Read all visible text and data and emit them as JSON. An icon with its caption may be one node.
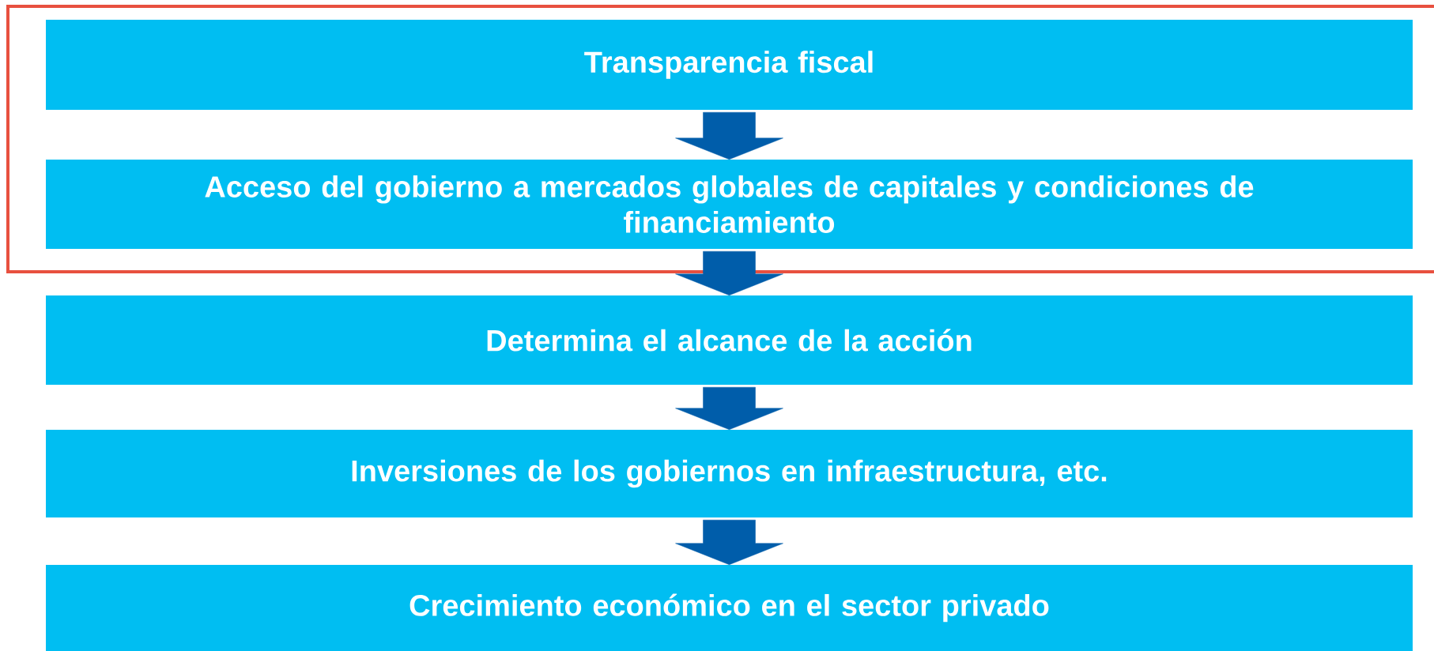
{
  "diagram": {
    "nodes": [
      {
        "text": [
          "Transparencia fiscal"
        ]
      },
      {
        "text": [
          "Acceso del gobierno a mercados globales de capitales y condiciones de financiamiento"
        ]
      },
      {
        "text": [
          "Determina el alcance de la acción"
        ]
      },
      {
        "text": [
          "Inversiones de los gobiernos en infraestructura, etc."
        ]
      },
      {
        "text": [
          "Crecimiento económico en el sector privado"
        ]
      }
    ],
    "edges": [
      {
        "from": 0,
        "to": 1,
        "arrow": "to"
      },
      {
        "from": 1,
        "to": 2,
        "arrow": "to"
      },
      {
        "from": 2,
        "to": 3,
        "arrow": "to"
      },
      {
        "from": 3,
        "to": 4,
        "arrow": "to"
      }
    ]
  }
}
